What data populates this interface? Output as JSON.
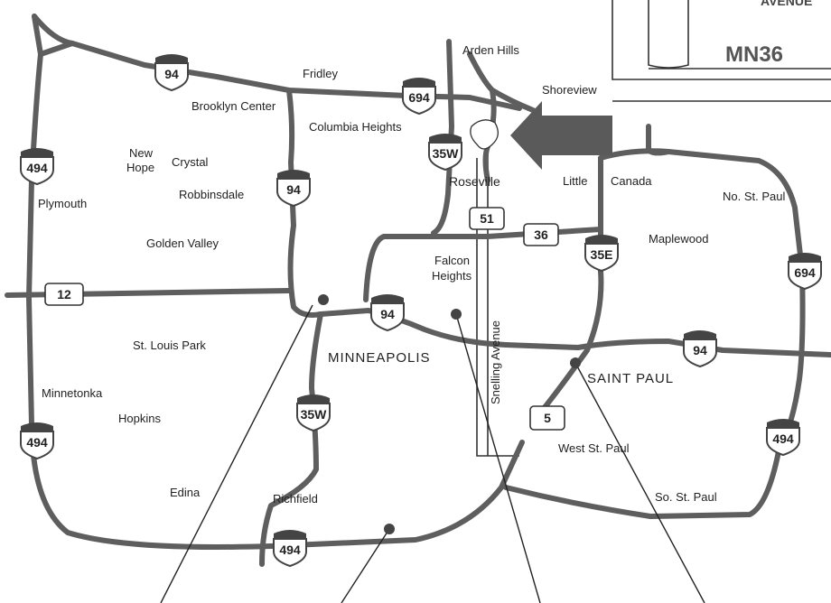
{
  "inset": {
    "title": "MN36",
    "subtitle": "AVENUE"
  },
  "places": {
    "arden_hills": "Arden Hills",
    "shoreview": "Shoreview",
    "fridley": "Fridley",
    "brooklyn_center": "Brooklyn Center",
    "columbia_heights": "Columbia Heights",
    "new_hope_1": "New",
    "new_hope_2": "Hope",
    "crystal": "Crystal",
    "robbinsdale": "Robbinsdale",
    "plymouth": "Plymouth",
    "golden_valley": "Golden Valley",
    "roseville": "Roseville",
    "little_canada_1": "Little",
    "little_canada_2": "Canada",
    "no_st_paul": "No. St. Paul",
    "maplewood": "Maplewood",
    "falcon_heights_1": "Falcon",
    "falcon_heights_2": "Heights",
    "st_louis_park": "St. Louis Park",
    "minneapolis": "MINNEAPOLIS",
    "saint_paul": "SAINT PAUL",
    "minnetonka": "Minnetonka",
    "hopkins": "Hopkins",
    "west_st_paul": "West St. Paul",
    "edina": "Edina",
    "richfield": "Richfield",
    "so_st_paul": "So. St. Paul",
    "snelling_avenue": "Snelling Avenue"
  },
  "shields": {
    "i94_north": "94",
    "i694_north": "694",
    "i35w_north": "35W",
    "i494_west_north": "494",
    "i94_west_vertical": "94",
    "i35e": "35E",
    "i694_east": "694",
    "i94_center": "94",
    "i94_east": "94",
    "i35w_south": "35W",
    "i494_west_south": "494",
    "i494_east": "494",
    "i494_south": "494"
  },
  "routes": {
    "us12": "12",
    "mn51": "51",
    "mn36": "36",
    "mn5": "5"
  },
  "colors": {
    "road": "#5e5e5e",
    "ink": "#222222",
    "arrow": "#5a5a5a"
  }
}
